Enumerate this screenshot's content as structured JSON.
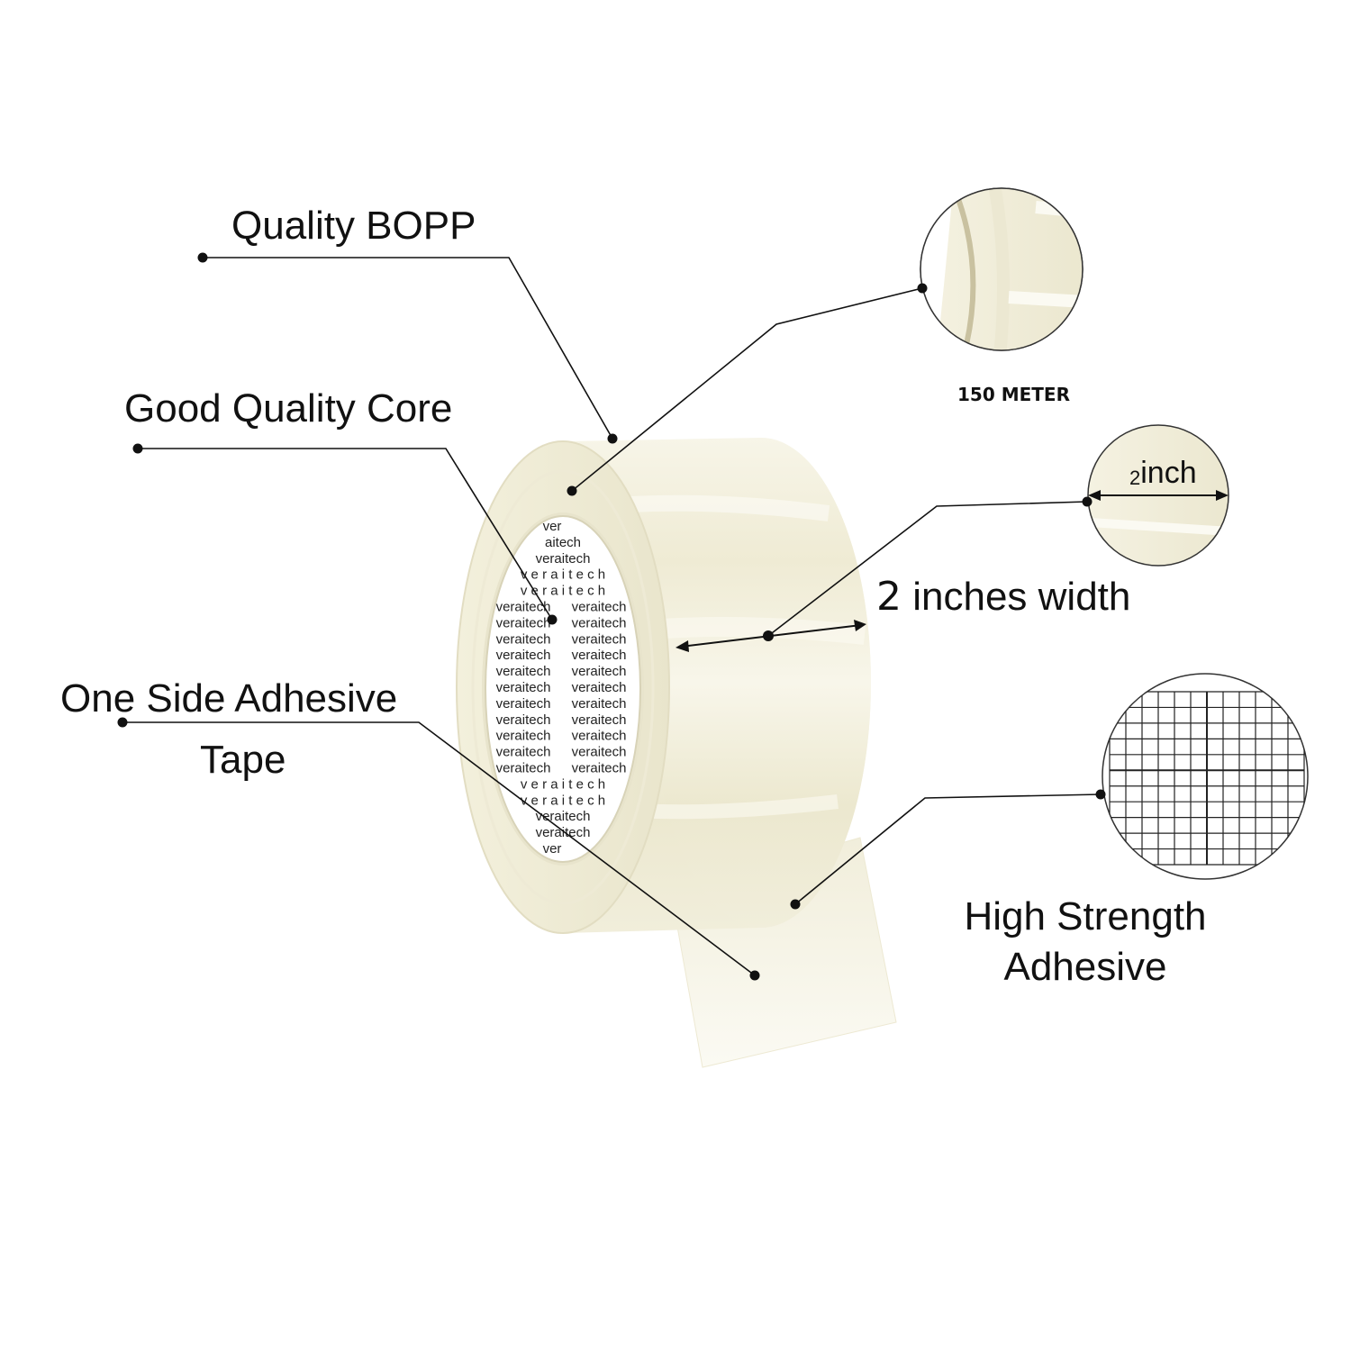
{
  "labels": {
    "quality_bopp": "Quality BOPP",
    "good_quality_core": "Good Quality Core",
    "one_side_adhesive_line1": "One Side Adhesive",
    "one_side_adhesive_line2": "Tape",
    "length": "150 METER",
    "width_number": "2",
    "width_text": " inches width",
    "inset_inch_number": "2",
    "inset_inch_text": "inch",
    "high_strength_line1": "High Strength",
    "high_strength_line2": "Adhesive"
  },
  "core_print": {
    "single_rows": [
      "ver",
      "aitech",
      "veraitech",
      "v e r a i t e c h",
      "v e r a i t e c h"
    ],
    "pair_text": "veraitech",
    "bottom_rows": [
      "v e r a i t e c h",
      "v e r a i t e c h",
      "veraitech",
      "veraitech",
      "ver"
    ]
  },
  "colors": {
    "tape": "#f4f1df",
    "tape_shadow": "#e6e2c8",
    "line": "#111111",
    "text": "#111111"
  },
  "icons": {
    "roll_edge_inset": "tape-edge-icon",
    "width_inset": "tape-width-icon",
    "grid_inset": "adhesive-grid-icon"
  }
}
